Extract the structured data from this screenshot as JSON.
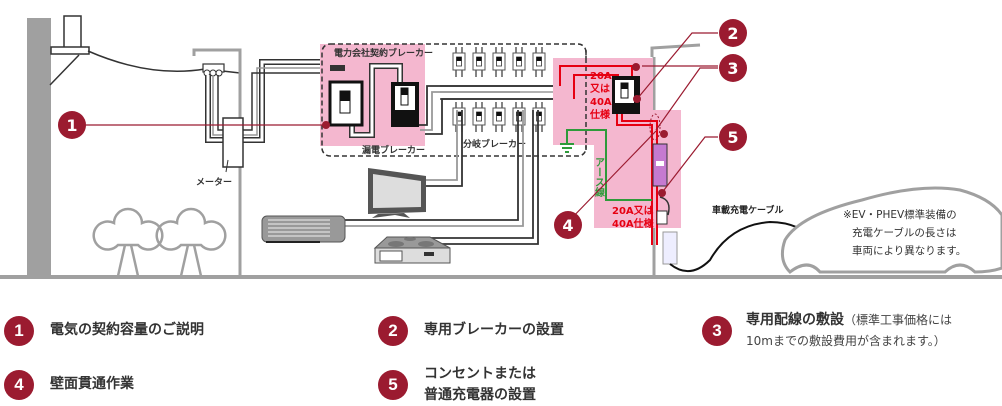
{
  "colors": {
    "accent": "#9b1b30",
    "pink_zone": "#f4b7cf",
    "red_wire": "#e60012",
    "earth_wire": "#2e9a3a",
    "gray": "#a0a0a0"
  },
  "diagram": {
    "labels": {
      "meter": "メーター",
      "contract_breaker": "電力会社契約ブレーカー",
      "leakage_breaker": "漏電ブレーカー",
      "branch_breaker": "分岐ブレーカー",
      "spec_top": [
        "20A",
        "又は",
        "40A",
        "仕様"
      ],
      "spec_bottom": [
        "20A又は",
        "40A仕様"
      ],
      "earth_wire": "アース線",
      "onboard_cable": "車載充電ケーブル",
      "car_note": [
        "※EV・PHEV標準装備の",
        "充電ケーブルの長さは",
        "車両により異なります。"
      ]
    },
    "markers": [
      "1",
      "2",
      "3",
      "4",
      "5"
    ],
    "icons": [
      "utility-pole-icon",
      "transformer-icon",
      "meter-icon",
      "breaker-icon",
      "tv-icon",
      "air-conditioner-icon",
      "cooktop-icon",
      "tree-icon",
      "outlet-icon",
      "charger-plug-icon",
      "car-icon",
      "ground-icon"
    ]
  },
  "legend": [
    {
      "num": "1",
      "title": "電気の契約容量のご説明",
      "note": ""
    },
    {
      "num": "2",
      "title": "専用ブレーカーの設置",
      "note": ""
    },
    {
      "num": "3",
      "title": "専用配線の敷設",
      "note": "（標準工事価格には",
      "note2": "10mまでの敷設費用が含まれます。）"
    },
    {
      "num": "4",
      "title": "壁面貫通作業",
      "note": ""
    },
    {
      "num": "5",
      "title": "コンセントまたは",
      "title2": "普通充電器の設置",
      "note": ""
    }
  ]
}
